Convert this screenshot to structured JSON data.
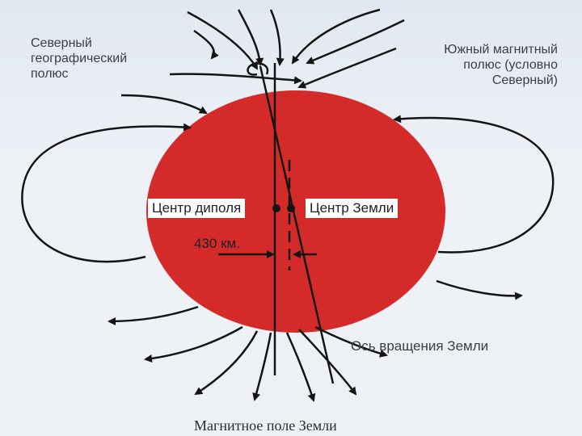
{
  "labels": {
    "north_geographic": "Северный географический полюс",
    "south_magnetic": "Южный магнитный полюс (условно Северный)",
    "dipole_center": "Центр диполя",
    "earth_center": "Центр Земли",
    "offset": "430 км.",
    "rotation_axis": "Ось вращения Земли",
    "caption": "Магнитное поле Земли"
  },
  "colors": {
    "earth": "#d42a2a",
    "lines": "#141414",
    "text": "#3b3e45"
  }
}
